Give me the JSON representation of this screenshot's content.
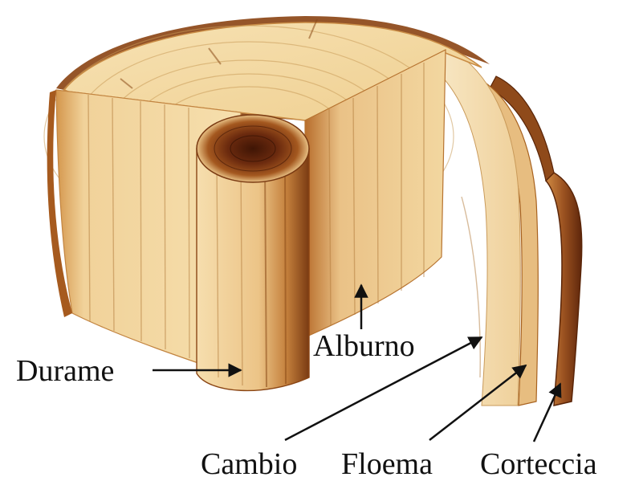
{
  "labels": {
    "durame": "Durame",
    "alburno": "Alburno",
    "cambio": "Cambio",
    "floema": "Floema",
    "corteccia": "Corteccia"
  },
  "colors": {
    "sapwood": "#f3d9a4",
    "sapwood_dark": "#e2b877",
    "heartwood": "#6b2a0e",
    "bark": "#7a3a12",
    "background": "#ffffff"
  },
  "icons": [
    "arrow-icon"
  ]
}
